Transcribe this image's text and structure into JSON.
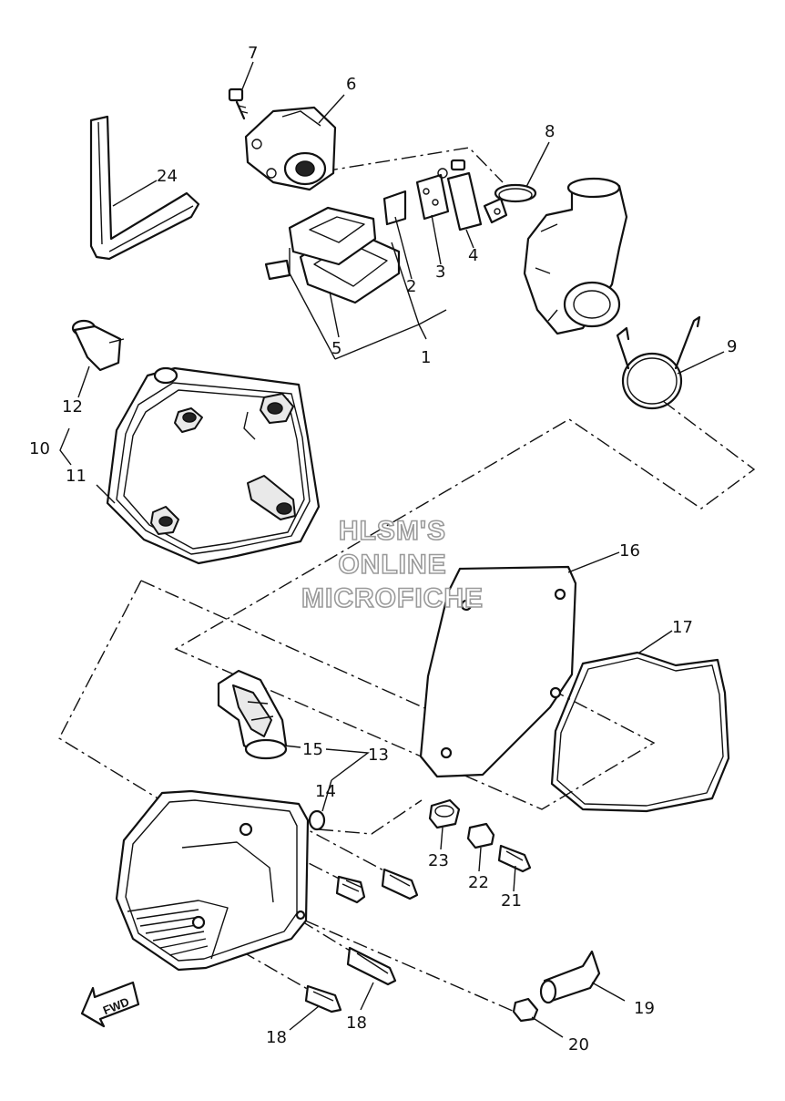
{
  "watermark": {
    "line1": "HLSM'S",
    "line2": "ONLINE",
    "line3": "MICROFICHE"
  },
  "direction_arrow": {
    "label": "FWD"
  },
  "callouts": {
    "c1": "1",
    "c2": "2",
    "c3": "3",
    "c4": "4",
    "c5": "5",
    "c6": "6",
    "c7": "7",
    "c8": "8",
    "c9": "9",
    "c10": "10",
    "c11": "11",
    "c12": "12",
    "c13": "13",
    "c14": "14",
    "c15": "15",
    "c16": "16",
    "c17": "17",
    "c18a": "18",
    "c18b": "18",
    "c19": "19",
    "c20": "20",
    "c21": "21",
    "c22": "22",
    "c23": "23",
    "c24": "24"
  }
}
